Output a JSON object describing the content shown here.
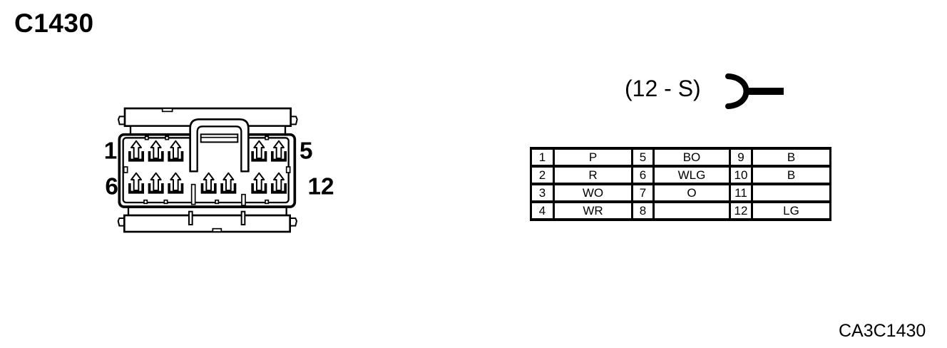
{
  "title": "C1430",
  "connector": {
    "pin_labels": {
      "top_left": "1",
      "top_right": "5",
      "bottom_left": "6",
      "bottom_right": "12"
    }
  },
  "callout": {
    "label": "(12 - S)",
    "symbol": "female-terminal"
  },
  "pin_table": {
    "rows": [
      [
        "1",
        "P",
        "5",
        "BO",
        "9",
        "B"
      ],
      [
        "2",
        "R",
        "6",
        "WLG",
        "10",
        "B"
      ],
      [
        "3",
        "WO",
        "7",
        "O",
        "11",
        ""
      ],
      [
        "4",
        "WR",
        "8",
        "",
        "12",
        "LG"
      ]
    ]
  },
  "caption": "CA3C1430",
  "colors": {
    "ink": "#000000",
    "background": "#ffffff"
  }
}
